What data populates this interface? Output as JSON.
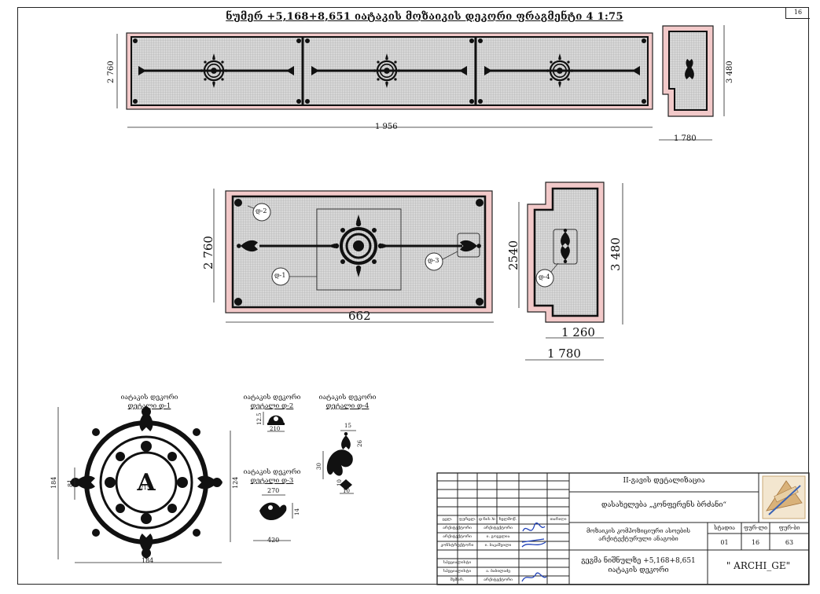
{
  "sheet": {
    "title": "ნუმერ +5,168+8,651 იატაკის მოზაიკის დეკორი ფრაგმენტი 4  1:75",
    "sheet_number": "16"
  },
  "top_view": {
    "width_label": "1 956",
    "height_label": "2 760",
    "side_width_label": "1 780",
    "side_height_label": "3 480"
  },
  "middle_view": {
    "width_label": "662",
    "height_label": "2 760",
    "side_inner_width_label": "1 260",
    "side_outer_width_label": "1 780",
    "side_left_height_label": "2540",
    "side_right_height_label": "3 480",
    "tags": [
      "დ-2",
      "დ-1",
      "დ-3",
      "დ-4"
    ]
  },
  "details": {
    "d1": {
      "title": "იატაკის დეკორი",
      "name": "დეტალი დ-1",
      "dim_left": "184",
      "dim_inner": "81",
      "dim_right": "124",
      "dim_bottom": "184",
      "dim_center": "215"
    },
    "d2": {
      "title": "იატაკის დეკორი",
      "name": "დეტალი დ-2",
      "dim_left": "12.5",
      "dim_bottom": "210"
    },
    "d3": {
      "title": "იატაკის დეკორი",
      "name": "დეტალი დ-3",
      "dim_top": "270",
      "dim_side": "14",
      "dim_bottom": "420"
    },
    "d4": {
      "title": "იატაკის დეკორი",
      "name": "დეტალი დ-4",
      "dim_top": "15",
      "dim_side": "26",
      "dim_left": "30",
      "dim_b1": "10",
      "dim_b2": "10"
    }
  },
  "title_block": {
    "org": "II-გავის დეტალიზაცია",
    "project": "დასახელება „კონფერენს ბრძანი“",
    "description": "მოზაიკის კომპოზიციური ასოების არქიტექტურული ანაგობი",
    "sheet_title": "გეგმა ნიშნულზე +5,168+8,651 იატაკის დეკორი",
    "company": "\" ARCHI_GE\"",
    "headers": [
      "სტადია",
      "ფურ-ლი",
      "ფურ-ბი"
    ],
    "values": [
      "01",
      "16",
      "63"
    ],
    "role_headers": [
      "ცვლ.",
      "ფურცლ.",
      "დ-ნის №",
      "ხელმოწ.",
      "თარიღი"
    ],
    "roles": [
      "არქიტექტორი",
      "არქიტექტორი",
      "კონსტრუქტორი",
      "სპეციალისტი",
      "სპეციალისტი",
      "შემსრ."
    ],
    "names": [
      "არქიტექტორი",
      "ი. გოგელია",
      "ი. ბაკაშვილი",
      "",
      "ა. ბაბილაძე",
      "არქიტექტორი"
    ]
  }
}
